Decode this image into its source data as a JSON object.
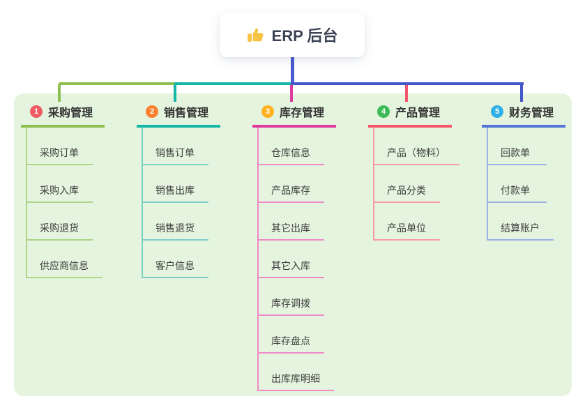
{
  "root": {
    "label": "ERP 后台",
    "icon": "thumbs-up-icon"
  },
  "branches": [
    {
      "index": "1",
      "label": "采购管理",
      "badge_color": "#ef5b64",
      "line_color": "#8cbf4f",
      "light_line_color": "#aed687",
      "children": [
        "采购订单",
        "采购入库",
        "采购退货",
        "供应商信息"
      ]
    },
    {
      "index": "2",
      "label": "销售管理",
      "badge_color": "#f9802f",
      "line_color": "#14b7a7",
      "light_line_color": "#7bd0c6",
      "children": [
        "销售订单",
        "销售出库",
        "销售退货",
        "客户信息"
      ]
    },
    {
      "index": "3",
      "label": "库存管理",
      "badge_color": "#ffb11f",
      "line_color": "#df3a9e",
      "light_line_color": "#f089c4",
      "children": [
        "仓库信息",
        "产品库存",
        "其它出库",
        "其它入库",
        "库存调拨",
        "库存盘点",
        "出库库明细"
      ]
    },
    {
      "index": "4",
      "label": "产品管理",
      "badge_color": "#3dbb56",
      "line_color": "#f5566b",
      "light_line_color": "#f79aa8",
      "children": [
        "产品（物料）",
        "产品分类",
        "产品单位"
      ]
    },
    {
      "index": "5",
      "label": "财务管理",
      "badge_color": "#2eafe8",
      "line_color": "#5374d8",
      "light_line_color": "#9cb0e6",
      "children": [
        "回款单",
        "付款单",
        "结算账户"
      ]
    }
  ],
  "colors": {
    "canvas_panel": "#e4f4de",
    "root_stem": "#4a5cd0",
    "bus_blue": "#4458c8",
    "text": "#333333",
    "thumb_icon": "#f6c344"
  }
}
